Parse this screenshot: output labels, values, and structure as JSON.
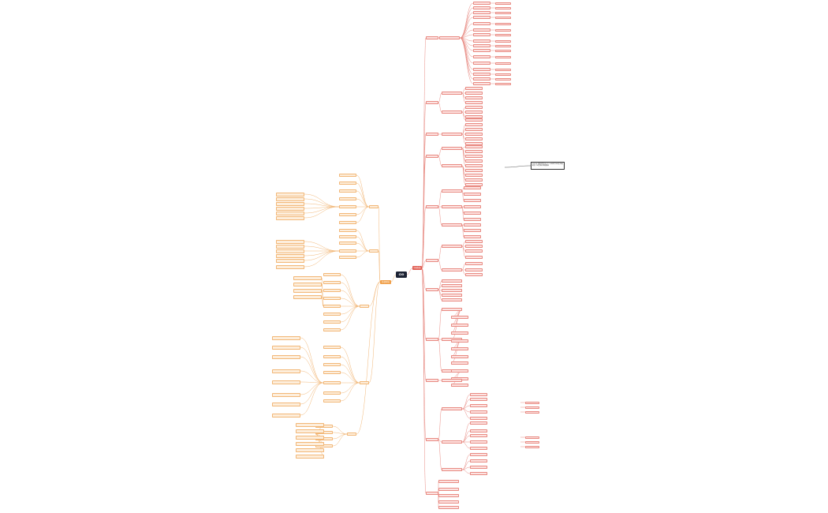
{
  "root": {
    "label": "CIO"
  },
  "branches": {
    "right": {
      "label": "中国制造"
    },
    "left": {
      "label": "外部环境"
    }
  },
  "note": {
    "label": "2025年 国家政策支持 CIO 企业数字化转型 智能制造 工业互联网 数据要素"
  },
  "colors": {
    "root": "#1c2233",
    "right_main": "#e05a4f",
    "left_main": "#f0a04b",
    "right_node": "#fde3e1",
    "left_node": "#fdeedc",
    "right_line": "#e88a82",
    "left_line": "#f2b777"
  }
}
